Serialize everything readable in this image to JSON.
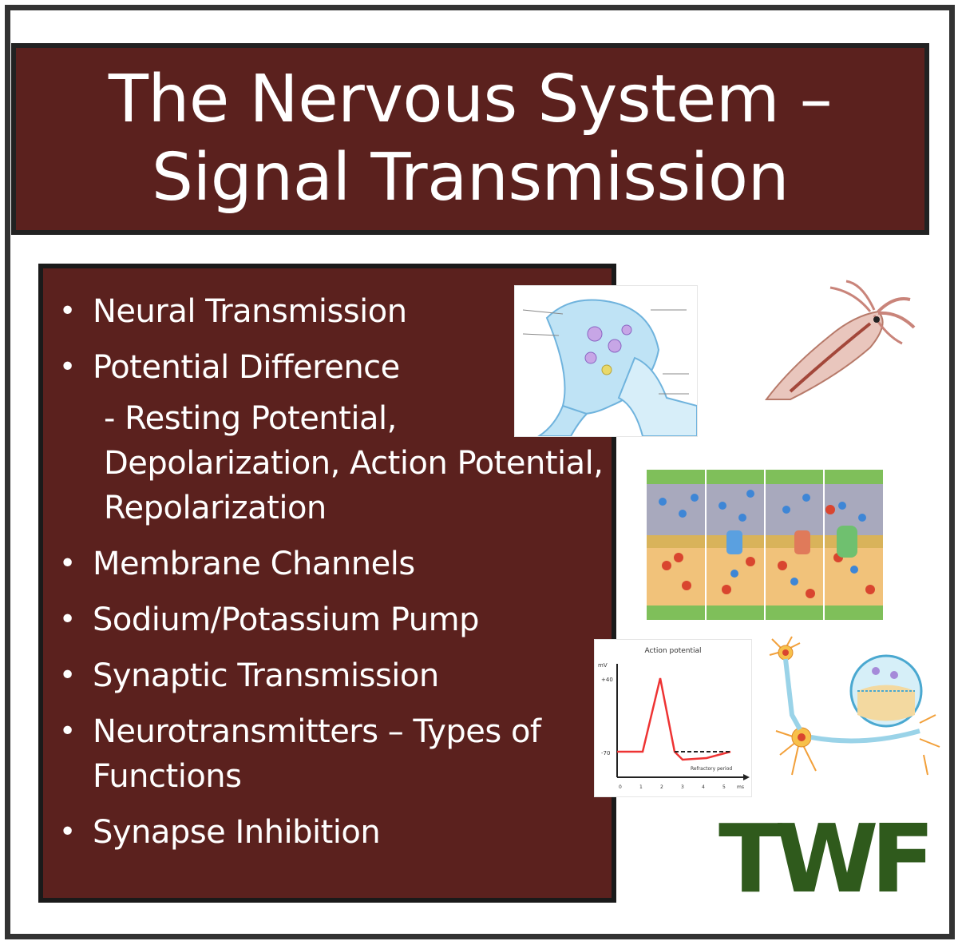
{
  "title": {
    "line1": "The Nervous System –",
    "line2": "Signal Transmission"
  },
  "topics": [
    {
      "label": "Neural Transmission"
    },
    {
      "label": "Potential Difference",
      "sub": "- Resting Potential, Depolarization, Action Potential, Repolarization"
    },
    {
      "label": "Membrane Channels"
    },
    {
      "label": "Sodium/Potassium Pump"
    },
    {
      "label": "Synaptic Transmission"
    },
    {
      "label": "Neurotransmitters – Types of Functions"
    },
    {
      "label": "Synapse Inhibition"
    }
  ],
  "bullet_glyph": "•",
  "action_potential_graph": {
    "title": "Action potential",
    "y_unit": "mV",
    "y_ticks": [
      "+40",
      "-70"
    ],
    "x_unit": "ms",
    "x_ticks": [
      "0",
      "1",
      "2",
      "3",
      "4",
      "5"
    ],
    "annotation": "Refractory period"
  },
  "logo": {
    "text": "TWF",
    "color": "#2f5a1c"
  },
  "colors": {
    "panel": "#5b211e",
    "border": "#222222",
    "text": "#ffffff"
  }
}
